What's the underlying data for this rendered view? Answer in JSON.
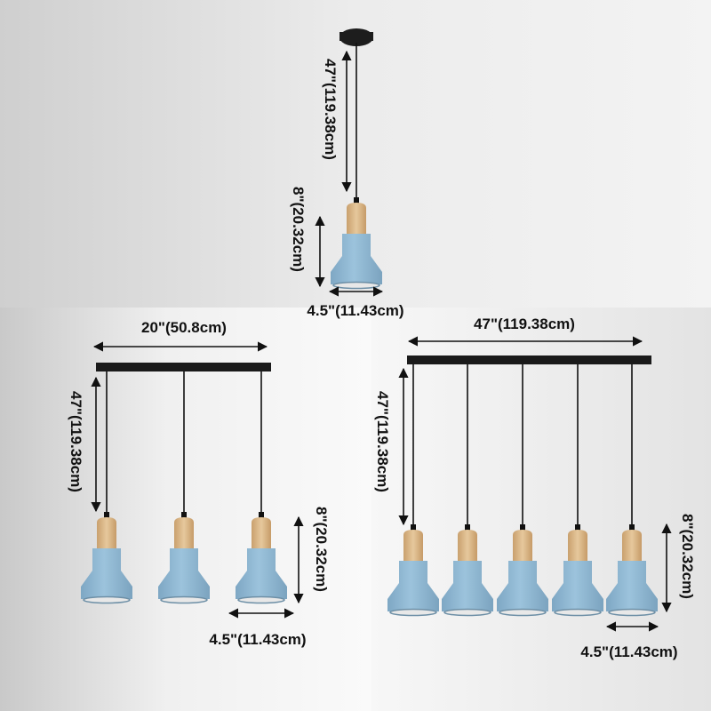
{
  "single": {
    "cord_length": "47\"(119.38cm)",
    "height": "8\"(20.32cm)",
    "width": "4.5\"(11.43cm)"
  },
  "three_light": {
    "bar_length": "20\"(50.8cm)",
    "cord_length": "47\"(119.38cm)",
    "height": "8\"(20.32cm)",
    "width": "4.5\"(11.43cm)"
  },
  "five_light": {
    "bar_length": "47\"(119.38cm)",
    "cord_length": "47\"(119.38cm)",
    "height": "8\"(20.32cm)",
    "width": "4.5\"(11.43cm)"
  },
  "colors": {
    "shade": "#8fb8d3",
    "wood": "#d9b88c",
    "hardware": "#1a1a1a"
  }
}
